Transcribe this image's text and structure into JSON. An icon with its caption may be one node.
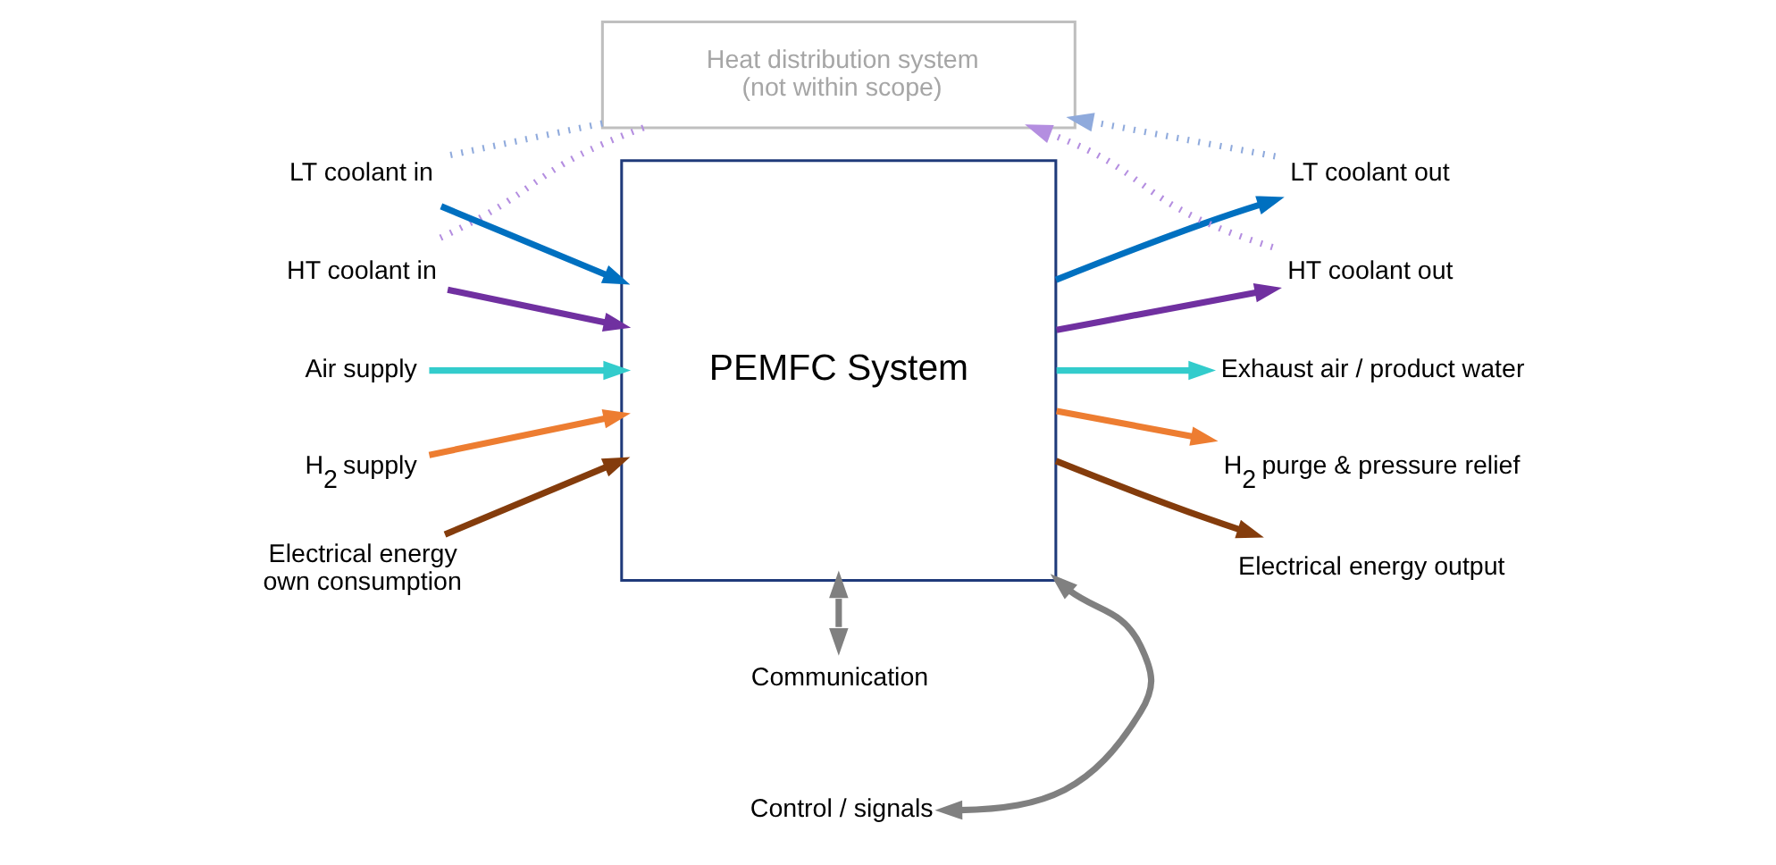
{
  "diagram": {
    "nodes": [
      {
        "text": [
          "Heat distribution system (not within scope)"
        ]
      },
      {
        "text": [
          "PEMFC System"
        ]
      },
      {
        "text": [
          "LT coolant in"
        ]
      },
      {
        "text": [
          "HT coolant in"
        ]
      },
      {
        "text": [
          "Air supply"
        ]
      },
      {
        "text": [
          "H$_{2}$ supply"
        ]
      },
      {
        "text": [
          "Electrical energy own consumption"
        ]
      },
      {
        "text": [
          "LT coolant out"
        ]
      },
      {
        "text": [
          "HT coolant out"
        ]
      },
      {
        "text": [
          "Exhaust air / product water"
        ]
      },
      {
        "text": [
          "H$_{2}$ purge & pressure relief"
        ]
      },
      {
        "text": [
          "Electrical energy output"
        ]
      },
      {
        "text": [
          "Communication"
        ]
      },
      {
        "text": [
          "Control / signals"
        ]
      }
    ],
    "edges": [
      {
        "from": 2,
        "to": 1,
        "arrow": "to",
        "color": "#0070c0"
      },
      {
        "from": 3,
        "to": 1,
        "arrow": "to",
        "color": "#7030a0"
      },
      {
        "from": 4,
        "to": 1,
        "arrow": "to",
        "color": "#33cccc"
      },
      {
        "from": 5,
        "to": 1,
        "arrow": "to",
        "color": "#ed7d31"
      },
      {
        "from": 6,
        "to": 1,
        "arrow": "to",
        "color": "#843c0c"
      },
      {
        "from": 1,
        "to": 7,
        "arrow": "to",
        "color": "#0070c0"
      },
      {
        "from": 1,
        "to": 8,
        "arrow": "to",
        "color": "#7030a0"
      },
      {
        "from": 1,
        "to": 9,
        "arrow": "to",
        "color": "#33cccc"
      },
      {
        "from": 1,
        "to": 10,
        "arrow": "to",
        "color": "#ed7d31"
      },
      {
        "from": 1,
        "to": 11,
        "arrow": "to",
        "color": "#843c0c"
      },
      {
        "from": 1,
        "to": 12,
        "arrow": "both",
        "color": "#808080"
      },
      {
        "from": 1,
        "to": 13,
        "arrow": "both",
        "color": "#808080"
      },
      {
        "from": 0,
        "to": 2,
        "arrow": "none",
        "style": "dashed",
        "color": "#8faadc"
      },
      {
        "from": 0,
        "to": 3,
        "arrow": "none",
        "style": "dashed",
        "color": "#b48ee0"
      },
      {
        "from": 7,
        "to": 0,
        "arrow": "to",
        "style": "dashed",
        "color": "#8faadc"
      },
      {
        "from": 8,
        "to": 0,
        "arrow": "to",
        "style": "dashed",
        "color": "#b48ee0"
      }
    ]
  }
}
